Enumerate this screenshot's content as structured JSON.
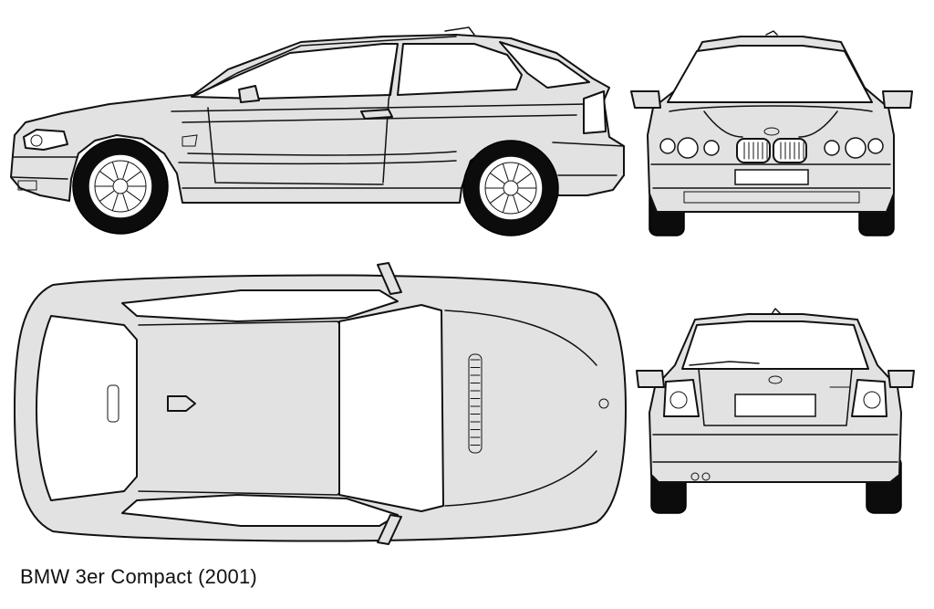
{
  "caption": "BMW 3er Compact (2001)",
  "views": [
    {
      "name": "side-view"
    },
    {
      "name": "front-view"
    },
    {
      "name": "top-view"
    },
    {
      "name": "rear-view"
    }
  ]
}
